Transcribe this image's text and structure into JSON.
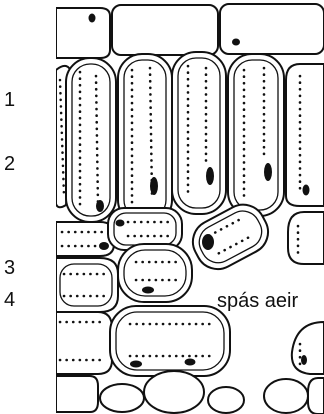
{
  "labels": {
    "layer_1": "1",
    "layer_2": "2",
    "layer_3": "3",
    "layer_4": "4",
    "air_space": "spás aeir"
  },
  "colors": {
    "line": "#111111",
    "background": "#ffffff"
  }
}
